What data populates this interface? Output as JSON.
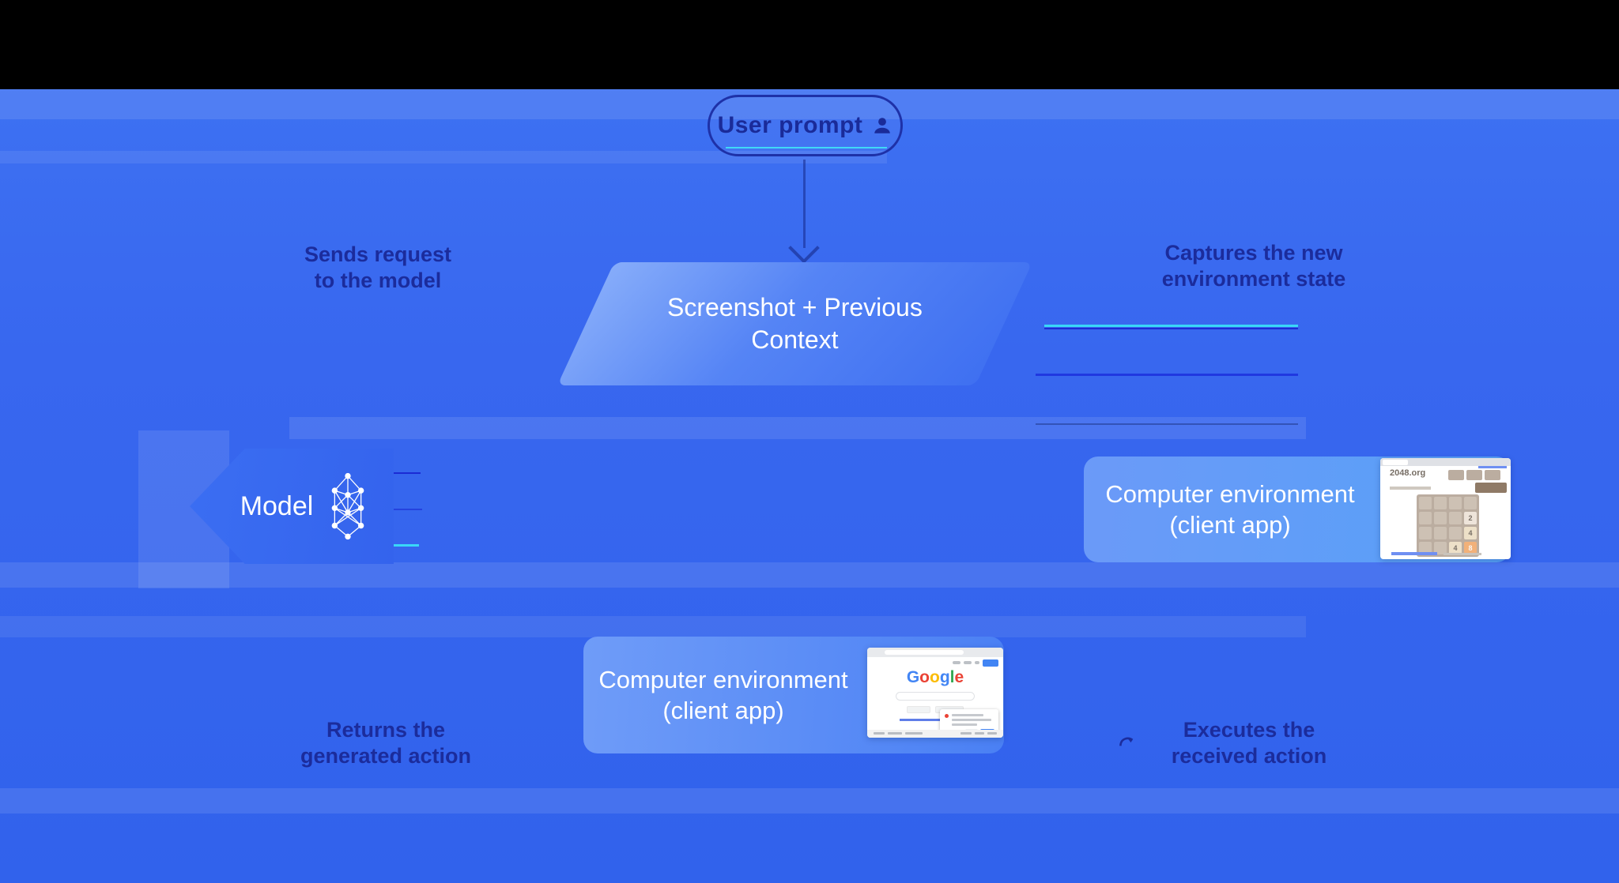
{
  "pill": {
    "label": "User prompt"
  },
  "nodes": {
    "screenshot": {
      "line1": "Screenshot + Previous",
      "line2": "Context"
    },
    "model": {
      "label": "Model"
    },
    "env_right": {
      "line1": "Computer environment",
      "line2": "(client app)"
    },
    "env_bottom": {
      "line1": "Computer environment",
      "line2": "(client app)"
    }
  },
  "arrow_labels": {
    "send_request": {
      "line1": "Sends request",
      "line2": "to the model"
    },
    "captures_state": {
      "line1": "Captures the new",
      "line2": "environment state"
    },
    "returns_action": {
      "line1": "Returns the",
      "line2": "generated action"
    },
    "executes_action": {
      "line1": "Executes the",
      "line2": "received action"
    }
  },
  "thumb_2048": {
    "title": "2048.org",
    "tiles": [
      [
        "",
        "",
        "",
        ""
      ],
      [
        "",
        "",
        "",
        "2"
      ],
      [
        "",
        "",
        "",
        "4"
      ],
      [
        "",
        "",
        "4",
        "8"
      ]
    ],
    "tile_colors": {
      "2": [
        "#eee4da",
        "#776e65"
      ],
      "4": [
        "#ede0c8",
        "#776e65"
      ],
      "8": [
        "#f2b179",
        "#f9f6f2"
      ]
    }
  },
  "thumb_google": {
    "logo": [
      {
        "ch": "G",
        "c": "#4285F4"
      },
      {
        "ch": "o",
        "c": "#EA4335"
      },
      {
        "ch": "o",
        "c": "#FBBC05"
      },
      {
        "ch": "g",
        "c": "#4285F4"
      },
      {
        "ch": "l",
        "c": "#34A853"
      },
      {
        "ch": "e",
        "c": "#EA4335"
      }
    ]
  },
  "colors": {
    "background": "#3867ef",
    "label_navy": "#1b2c9c",
    "accent_cyan": "#39d7f7",
    "accent_navy": "#1b2bd4",
    "card_light": "#6b9af8",
    "google_blue": "#4285F4"
  }
}
